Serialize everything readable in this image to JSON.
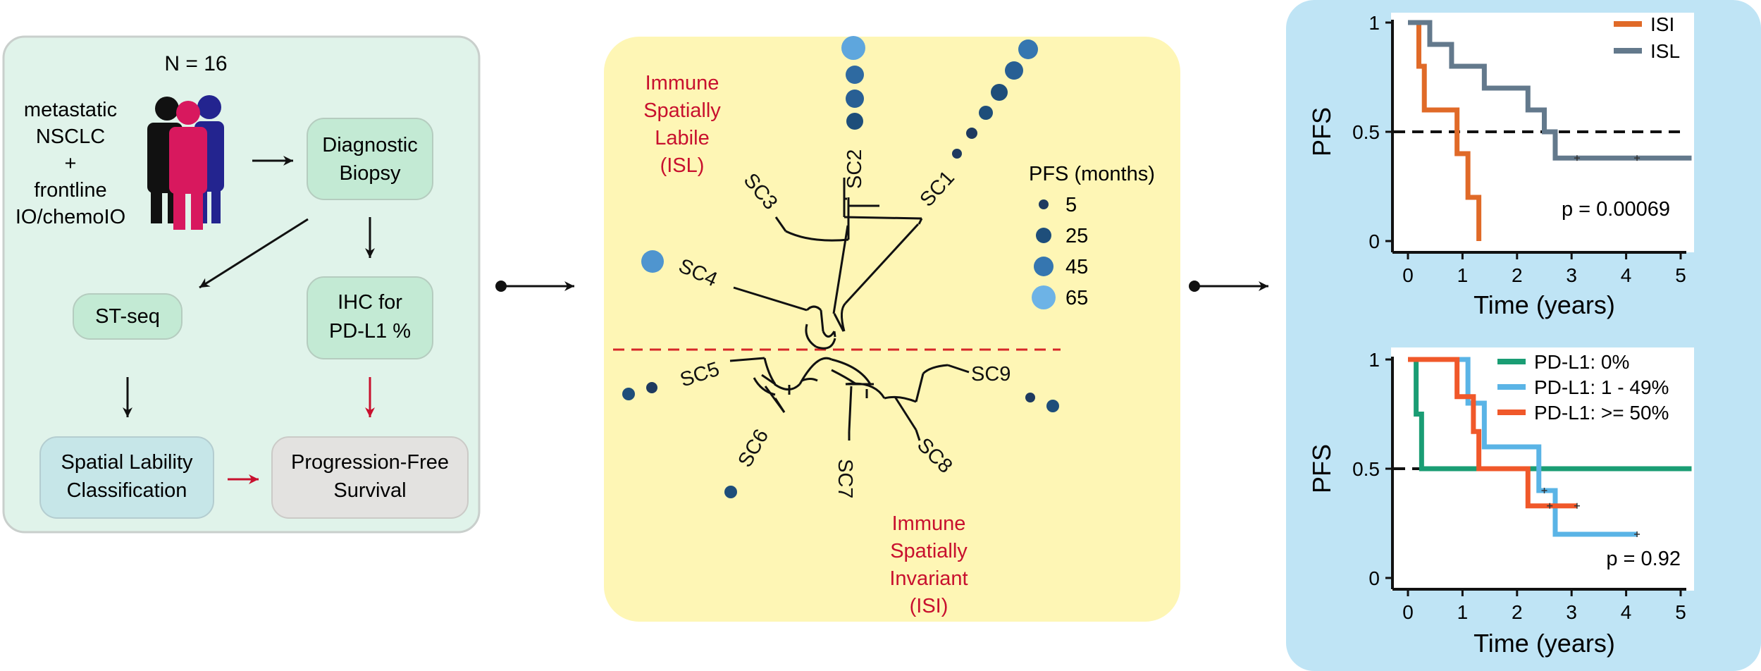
{
  "left_panel": {
    "n_label": "N = 16",
    "cohort_lines": [
      "metastatic",
      "NSCLC",
      "+",
      "frontline",
      "IO/chemoIO"
    ],
    "boxes": {
      "diagnostic_biopsy": [
        "Diagnostic",
        "Biopsy"
      ],
      "st_seq": [
        "ST-seq"
      ],
      "ihc": [
        "IHC for",
        "PD-L1 %"
      ],
      "spatial_lability": [
        "Spatial Lability",
        "Classification"
      ],
      "pfs": [
        "Progression-Free",
        "Survival"
      ]
    }
  },
  "middle_panel": {
    "isl_label": [
      "Immune",
      "Spatially",
      "Labile",
      "(ISL)"
    ],
    "isi_label": [
      "Immune",
      "Spatially",
      "Invariant",
      "(ISI)"
    ],
    "clusters": [
      "SC1",
      "SC2",
      "SC3",
      "SC4",
      "SC5",
      "SC6",
      "SC7",
      "SC8",
      "SC9"
    ],
    "legend_title": "PFS (months)",
    "legend_values": [
      "5",
      "25",
      "45",
      "65"
    ],
    "colors": {
      "group_label": "#c8102e",
      "divider": "#d62728",
      "panel_bg": "#fef6b5"
    }
  },
  "chart_data": [
    {
      "type": "line",
      "subtype": "kaplan-meier",
      "xlabel": "Time (years)",
      "ylabel": "PFS",
      "xlim": [
        0,
        5
      ],
      "ylim": [
        0,
        1
      ],
      "xticks": [
        "0",
        "1",
        "2",
        "3",
        "4",
        "5"
      ],
      "yticks": [
        "0",
        "0.5",
        "1"
      ],
      "reference_line": 0.5,
      "legend_position": "top-right",
      "annotation": "p = 0.00069",
      "series": [
        {
          "name": "ISI",
          "color": "#e06a28",
          "steps": [
            [
              0,
              1
            ],
            [
              0.2,
              0.8
            ],
            [
              0.3,
              0.6
            ],
            [
              0.9,
              0.4
            ],
            [
              1.1,
              0.2
            ],
            [
              1.3,
              0
            ]
          ],
          "end": 1.3,
          "censor": []
        },
        {
          "name": "ISL",
          "color": "#63798c",
          "steps": [
            [
              0,
              1
            ],
            [
              0.4,
              0.9
            ],
            [
              0.8,
              0.8
            ],
            [
              1.4,
              0.7
            ],
            [
              2.2,
              0.6
            ],
            [
              2.5,
              0.5
            ],
            [
              2.7,
              0.38
            ]
          ],
          "end": 5.2,
          "censor": [
            3.1,
            4.2
          ]
        }
      ]
    },
    {
      "type": "line",
      "subtype": "kaplan-meier",
      "xlabel": "Time (years)",
      "ylabel": "PFS",
      "xlim": [
        0,
        5
      ],
      "ylim": [
        0,
        1
      ],
      "xticks": [
        "0",
        "1",
        "2",
        "3",
        "4",
        "5"
      ],
      "yticks": [
        "0",
        "0.5",
        "1"
      ],
      "reference_line": 0.5,
      "legend_position": "top-right",
      "annotation": "p = 0.92",
      "series": [
        {
          "name": "PD-L1: 0%",
          "color": "#1a9d74",
          "steps": [
            [
              0,
              1
            ],
            [
              0.15,
              0.75
            ],
            [
              0.25,
              0.5
            ]
          ],
          "end": 5.2,
          "censor": []
        },
        {
          "name": "PD-L1: 1 - 49%",
          "color": "#5ab4e6",
          "steps": [
            [
              0,
              1
            ],
            [
              1.1,
              0.8
            ],
            [
              1.4,
              0.6
            ],
            [
              2.4,
              0.4
            ],
            [
              2.7,
              0.2
            ]
          ],
          "end": 4.2,
          "censor": [
            2.5,
            4.2
          ]
        },
        {
          "name": "PD-L1: >= 50%",
          "color": "#f0582a",
          "steps": [
            [
              0,
              1
            ],
            [
              0.9,
              0.83
            ],
            [
              1.2,
              0.67
            ],
            [
              1.3,
              0.5
            ],
            [
              2.2,
              0.33
            ]
          ],
          "end": 3.1,
          "censor": [
            2.6,
            3.1
          ]
        }
      ]
    }
  ]
}
